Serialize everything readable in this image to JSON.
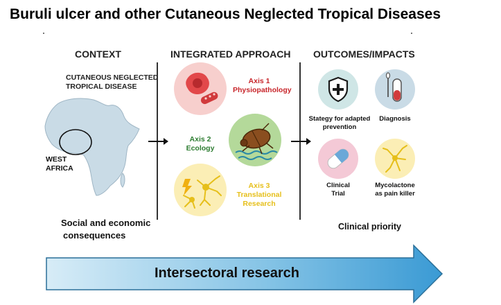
{
  "title": "Buruli ulcer and other Cutaneous Neglected Tropical Diseases",
  "context": {
    "heading": "CONTEXT",
    "disease_line1": "CUTANEOUS NEGLECTED",
    "disease_line2": "TROPICAL DISEASE",
    "region_line1": "WEST",
    "region_line2": "AFRICA",
    "consequences_line1": "Social and economic",
    "consequences_line2": "consequences"
  },
  "approach": {
    "heading": "INTEGRATED APPROACH",
    "axis1_line1": "Axis 1",
    "axis1_line2": "Physiopathology",
    "axis2_line1": "Axis 2",
    "axis2_line2": "Ecology",
    "axis3_line1": "Axis 3",
    "axis3_line2": "Translational",
    "axis3_line3": "Research",
    "colors": {
      "axis1": "#c8262b",
      "axis2": "#2e7d32",
      "axis3": "#e6bf1a"
    }
  },
  "outcomes": {
    "heading": "OUTCOMES/IMPACTS",
    "prevention_line1": "Stategy for adapted",
    "prevention_line2": "prevention",
    "diagnosis": "Diagnosis",
    "trial_line1": "Clinical",
    "trial_line2": "Trial",
    "painkiller_line1": "Mycolactone",
    "painkiller_line2": "as pain killer",
    "priority": "Clinical priority",
    "icons": [
      "shield-plus-icon",
      "test-tube-swab-icon",
      "capsule-icon",
      "neuron-icon"
    ]
  },
  "footer": {
    "banner": "Intersectoral research"
  }
}
